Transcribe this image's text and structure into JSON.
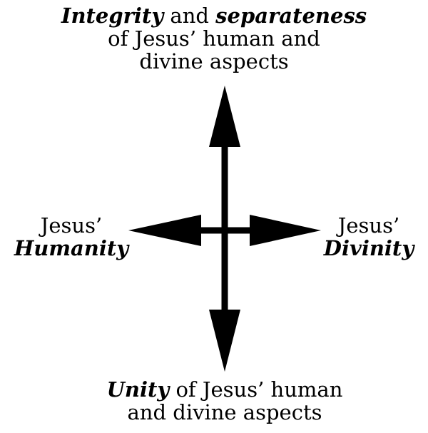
{
  "top": {
    "line1_em_a": "Integrity",
    "line1_mid": " and ",
    "line1_em_b": "separateness",
    "line2": "of Jesus’ human and",
    "line3": "divine aspects"
  },
  "left": {
    "line1": "Jesus’",
    "line2_em": "Humanity"
  },
  "right": {
    "line1": "Jesus’",
    "line2_em": "Divinity"
  },
  "bottom": {
    "line1_em": "Unity",
    "line1_rest": " of Jesus’ human",
    "line2": "and divine aspects"
  },
  "colors": {
    "ink": "#000000",
    "background": "#ffffff"
  }
}
